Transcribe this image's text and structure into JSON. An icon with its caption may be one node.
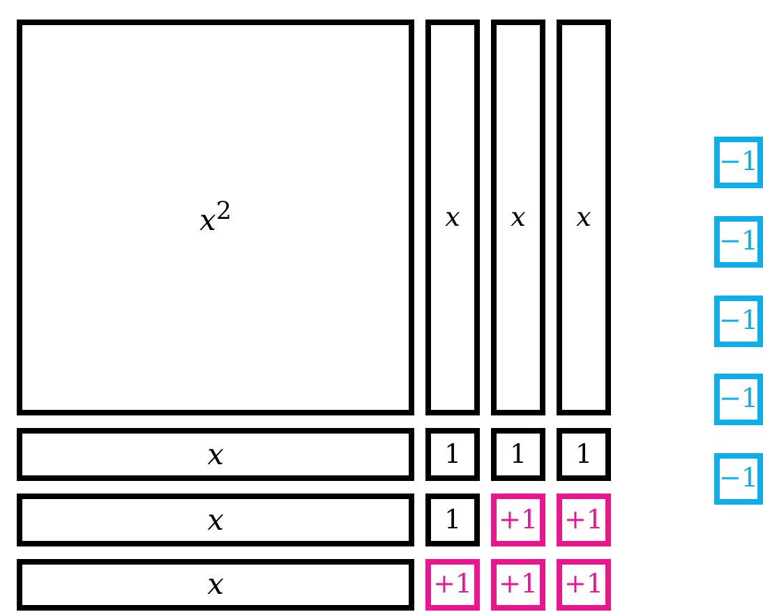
{
  "diagram": {
    "nodes": [
      {
        "text": [
          "*x*$^{2}$"
        ]
      },
      {
        "text": [
          "x"
        ]
      },
      {
        "text": [
          "x"
        ]
      },
      {
        "text": [
          "x"
        ]
      },
      {
        "text": [
          "x"
        ]
      },
      {
        "text": [
          "1"
        ]
      },
      {
        "text": [
          "1"
        ]
      },
      {
        "text": [
          "1"
        ]
      },
      {
        "text": [
          "x"
        ]
      },
      {
        "text": [
          "1"
        ]
      },
      {
        "text": [
          "+1"
        ]
      },
      {
        "text": [
          "+1"
        ]
      },
      {
        "text": [
          "x"
        ]
      },
      {
        "text": [
          "+1"
        ]
      },
      {
        "text": [
          "+1"
        ]
      },
      {
        "text": [
          "+1"
        ]
      },
      {
        "text": [
          "−1"
        ]
      },
      {
        "text": [
          "−1"
        ]
      },
      {
        "text": [
          "−1"
        ]
      },
      {
        "text": [
          "−1"
        ]
      },
      {
        "text": [
          "−1"
        ]
      }
    ]
  }
}
